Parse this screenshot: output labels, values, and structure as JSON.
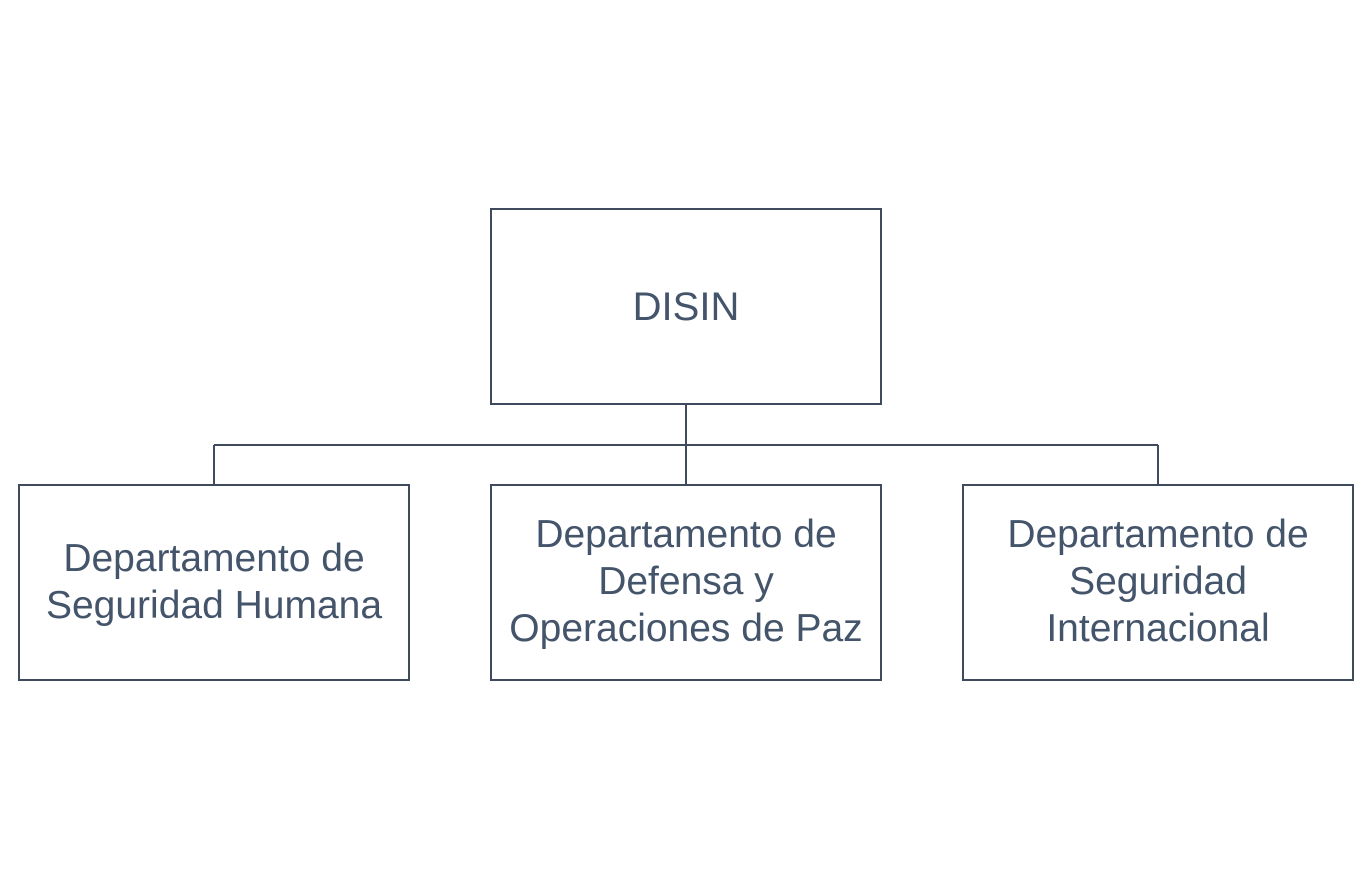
{
  "diagram": {
    "type": "org-chart",
    "root": {
      "label": "DISIN"
    },
    "children": [
      {
        "label": "Departamento de\nSeguridad Humana"
      },
      {
        "label": "Departamento de\nDefensa y\nOperaciones de Paz"
      },
      {
        "label": "Departamento de\nSeguridad\nInternacional"
      }
    ],
    "colors": {
      "text": "#44546a",
      "border": "#3f4a5c",
      "connector": "#3f4a5c",
      "background": "#ffffff"
    }
  }
}
